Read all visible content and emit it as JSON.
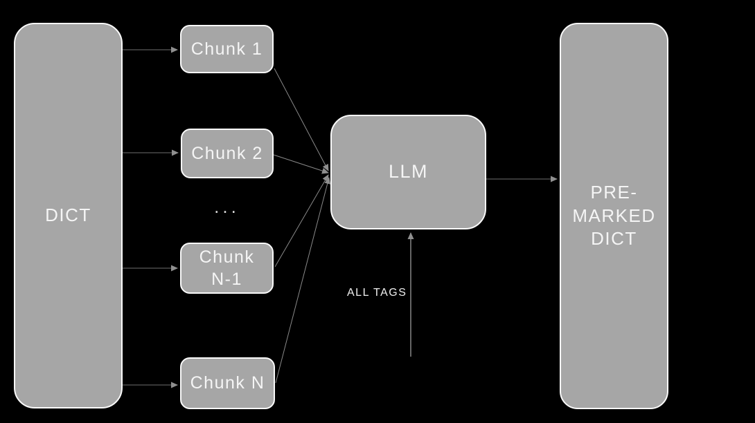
{
  "colors": {
    "background": "#000000",
    "node_fill": "#a6a6a6",
    "node_border": "#fafafa",
    "node_text": "#f5f5f5",
    "edge_dark": "#5a5a5a",
    "edge_mid": "#8a8a8a",
    "edge_light": "#a9a9a9",
    "arrowhead": "#8f8f8f",
    "ellipsis": "#d9d9d9",
    "label_text": "#f0f0f0"
  },
  "nodes": {
    "dict": {
      "label": "DICT"
    },
    "chunk_1": {
      "label": "Chunk 1"
    },
    "chunk_2": {
      "label": "Chunk 2"
    },
    "chunk_n_minus_1": {
      "label": "Chunk\nN-1"
    },
    "chunk_n": {
      "label": "Chunk N"
    },
    "llm": {
      "label": "LLM"
    },
    "pre_marked_dict": {
      "label": "PRE-\nMARKED\nDICT"
    }
  },
  "labels": {
    "ellipsis": "...",
    "all_tags": "ALL TAGS"
  }
}
